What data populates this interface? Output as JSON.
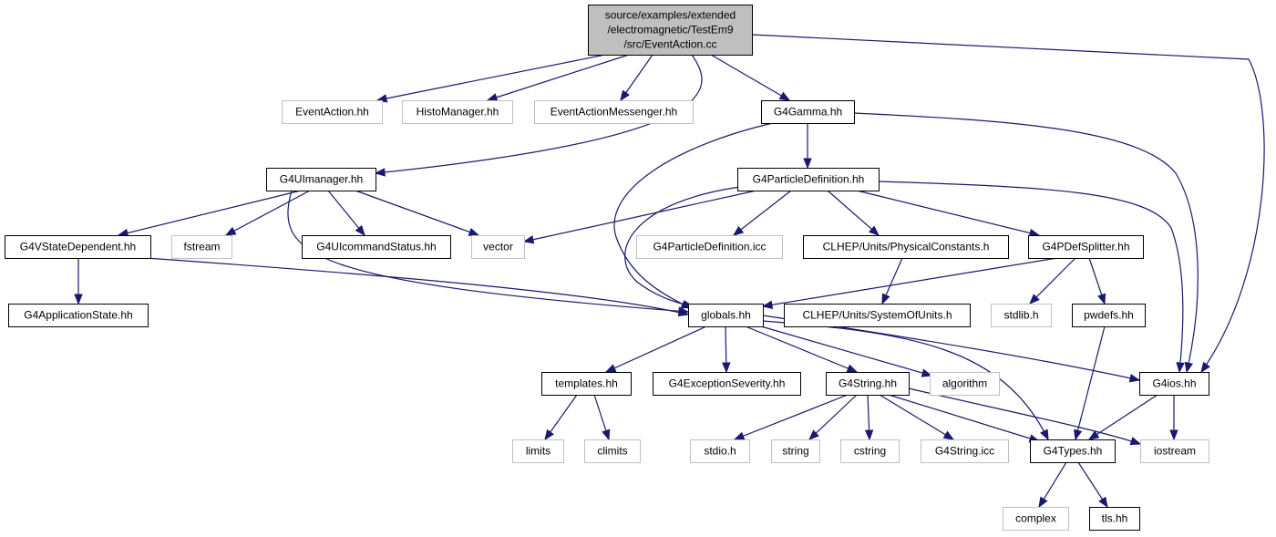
{
  "diagram": {
    "type": "include-dependency-graph",
    "colors": {
      "edge": "#191970",
      "root_fill": "#bfbfbf",
      "border_dark": "#000000",
      "border_light": "#bfbfbf"
    },
    "nodes": [
      {
        "id": "root",
        "lines": [
          "source/examples/extended",
          "/electromagnetic/TestEm9",
          "/src/EventAction.cc"
        ],
        "style": "root"
      },
      {
        "id": "eventaction_hh",
        "lines": [
          "EventAction.hh"
        ],
        "style": "external"
      },
      {
        "id": "histomanager_hh",
        "lines": [
          "HistoManager.hh"
        ],
        "style": "external"
      },
      {
        "id": "eventactionmessenger_hh",
        "lines": [
          "EventActionMessenger.hh"
        ],
        "style": "external"
      },
      {
        "id": "g4gamma_hh",
        "lines": [
          "G4Gamma.hh"
        ],
        "style": "internal"
      },
      {
        "id": "g4uimanager_hh",
        "lines": [
          "G4UImanager.hh"
        ],
        "style": "internal"
      },
      {
        "id": "g4particledefinition_hh",
        "lines": [
          "G4ParticleDefinition.hh"
        ],
        "style": "internal"
      },
      {
        "id": "g4vstatedependent_hh",
        "lines": [
          "G4VStateDependent.hh"
        ],
        "style": "internal"
      },
      {
        "id": "fstream",
        "lines": [
          "fstream"
        ],
        "style": "external"
      },
      {
        "id": "g4uicommandstatus_hh",
        "lines": [
          "G4UIcommandStatus.hh"
        ],
        "style": "internal"
      },
      {
        "id": "vector",
        "lines": [
          "vector"
        ],
        "style": "external"
      },
      {
        "id": "g4particledefinition_icc",
        "lines": [
          "G4ParticleDefinition.icc"
        ],
        "style": "external"
      },
      {
        "id": "physicalconstants_h",
        "lines": [
          "CLHEP/Units/PhysicalConstants.h"
        ],
        "style": "internal"
      },
      {
        "id": "g4pdefsplitter_hh",
        "lines": [
          "G4PDefSplitter.hh"
        ],
        "style": "internal"
      },
      {
        "id": "g4applicationstate_hh",
        "lines": [
          "G4ApplicationState.hh"
        ],
        "style": "internal"
      },
      {
        "id": "globals_hh",
        "lines": [
          "globals.hh"
        ],
        "style": "internal"
      },
      {
        "id": "systemofunits_h",
        "lines": [
          "CLHEP/Units/SystemOfUnits.h"
        ],
        "style": "internal"
      },
      {
        "id": "stdlib_h",
        "lines": [
          "stdlib.h"
        ],
        "style": "external"
      },
      {
        "id": "pwdefs_hh",
        "lines": [
          "pwdefs.hh"
        ],
        "style": "internal"
      },
      {
        "id": "templates_hh",
        "lines": [
          "templates.hh"
        ],
        "style": "internal"
      },
      {
        "id": "g4exceptionseverity_hh",
        "lines": [
          "G4ExceptionSeverity.hh"
        ],
        "style": "internal"
      },
      {
        "id": "g4string_hh",
        "lines": [
          "G4String.hh"
        ],
        "style": "internal"
      },
      {
        "id": "algorithm",
        "lines": [
          "algorithm"
        ],
        "style": "external"
      },
      {
        "id": "g4ios_hh",
        "lines": [
          "G4ios.hh"
        ],
        "style": "internal"
      },
      {
        "id": "limits",
        "lines": [
          "limits"
        ],
        "style": "external"
      },
      {
        "id": "climits",
        "lines": [
          "climits"
        ],
        "style": "external"
      },
      {
        "id": "stdio_h",
        "lines": [
          "stdio.h"
        ],
        "style": "external"
      },
      {
        "id": "string",
        "lines": [
          "string"
        ],
        "style": "external"
      },
      {
        "id": "cstring",
        "lines": [
          "cstring"
        ],
        "style": "external"
      },
      {
        "id": "g4string_icc",
        "lines": [
          "G4String.icc"
        ],
        "style": "external"
      },
      {
        "id": "g4types_hh",
        "lines": [
          "G4Types.hh"
        ],
        "style": "internal"
      },
      {
        "id": "iostream",
        "lines": [
          "iostream"
        ],
        "style": "external"
      },
      {
        "id": "complex",
        "lines": [
          "complex"
        ],
        "style": "external"
      },
      {
        "id": "tls_hh",
        "lines": [
          "tls.hh"
        ],
        "style": "internal"
      }
    ],
    "edges": [
      [
        "root",
        "eventaction_hh"
      ],
      [
        "root",
        "histomanager_hh"
      ],
      [
        "root",
        "eventactionmessenger_hh"
      ],
      [
        "root",
        "g4gamma_hh"
      ],
      [
        "root",
        "g4uimanager_hh"
      ],
      [
        "root",
        "g4ios_hh"
      ],
      [
        "g4gamma_hh",
        "g4particledefinition_hh"
      ],
      [
        "g4gamma_hh",
        "globals_hh"
      ],
      [
        "g4gamma_hh",
        "g4ios_hh"
      ],
      [
        "g4uimanager_hh",
        "g4vstatedependent_hh"
      ],
      [
        "g4uimanager_hh",
        "fstream"
      ],
      [
        "g4uimanager_hh",
        "g4uicommandstatus_hh"
      ],
      [
        "g4uimanager_hh",
        "vector"
      ],
      [
        "g4uimanager_hh",
        "globals_hh"
      ],
      [
        "g4particledefinition_hh",
        "vector"
      ],
      [
        "g4particledefinition_hh",
        "g4particledefinition_icc"
      ],
      [
        "g4particledefinition_hh",
        "physicalconstants_h"
      ],
      [
        "g4particledefinition_hh",
        "g4pdefsplitter_hh"
      ],
      [
        "g4particledefinition_hh",
        "globals_hh"
      ],
      [
        "g4particledefinition_hh",
        "g4ios_hh"
      ],
      [
        "g4vstatedependent_hh",
        "g4applicationstate_hh"
      ],
      [
        "g4vstatedependent_hh",
        "globals_hh"
      ],
      [
        "physicalconstants_h",
        "systemofunits_h"
      ],
      [
        "g4pdefsplitter_hh",
        "globals_hh"
      ],
      [
        "g4pdefsplitter_hh",
        "stdlib_h"
      ],
      [
        "g4pdefsplitter_hh",
        "pwdefs_hh"
      ],
      [
        "globals_hh",
        "templates_hh"
      ],
      [
        "globals_hh",
        "g4exceptionseverity_hh"
      ],
      [
        "globals_hh",
        "g4string_hh"
      ],
      [
        "globals_hh",
        "algorithm"
      ],
      [
        "globals_hh",
        "g4ios_hh"
      ],
      [
        "globals_hh",
        "g4types_hh"
      ],
      [
        "pwdefs_hh",
        "g4types_hh"
      ],
      [
        "templates_hh",
        "limits"
      ],
      [
        "templates_hh",
        "climits"
      ],
      [
        "g4string_hh",
        "stdio_h"
      ],
      [
        "g4string_hh",
        "string"
      ],
      [
        "g4string_hh",
        "cstring"
      ],
      [
        "g4string_hh",
        "g4string_icc"
      ],
      [
        "g4string_hh",
        "g4types_hh"
      ],
      [
        "g4string_hh",
        "iostream"
      ],
      [
        "g4ios_hh",
        "g4types_hh"
      ],
      [
        "g4ios_hh",
        "iostream"
      ],
      [
        "g4types_hh",
        "complex"
      ],
      [
        "g4types_hh",
        "tls_hh"
      ]
    ]
  }
}
